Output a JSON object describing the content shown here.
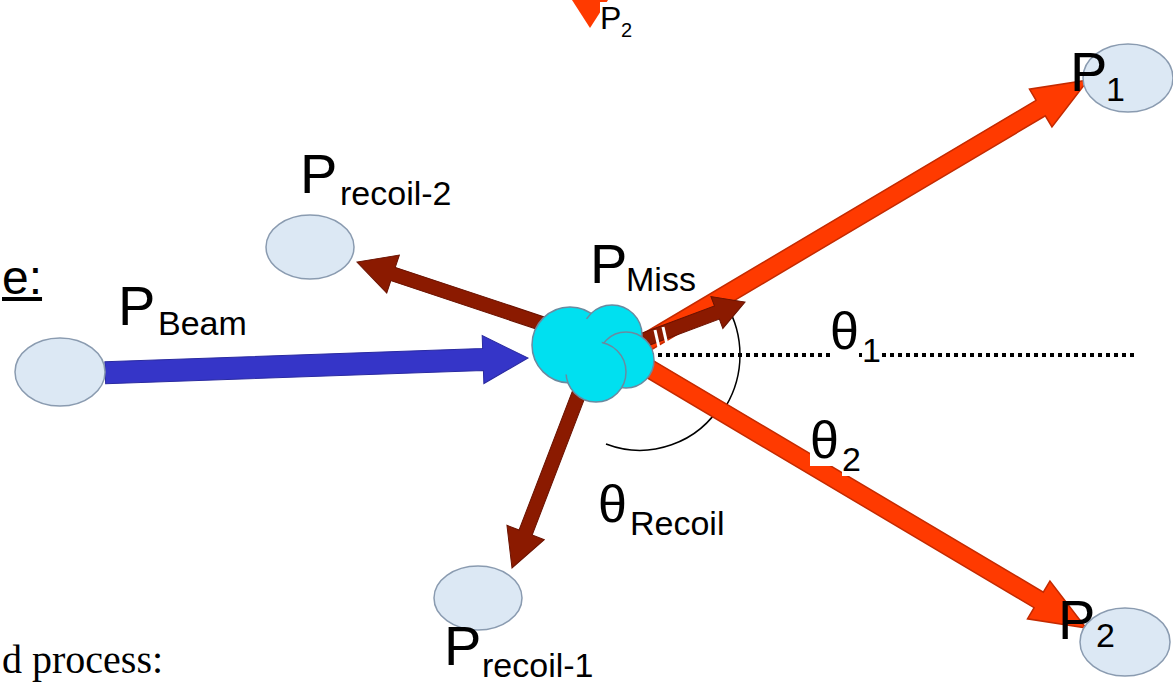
{
  "diagram": {
    "nodes": [
      {
        "text": [
          "P",
          "1"
        ]
      },
      {
        "text": [
          "P",
          "recoil-2"
        ]
      },
      {
        "text": [
          "P",
          "Beam"
        ]
      },
      {
        "text": [
          "P",
          "recoil-1"
        ]
      },
      {
        "text": [
          "P",
          "2"
        ]
      }
    ],
    "labels": [
      "P",
      "2",
      "e:",
      "P",
      "Miss",
      "θ",
      "1",
      "θ",
      "2",
      "θ",
      "Recoil",
      "d process:"
    ]
  }
}
